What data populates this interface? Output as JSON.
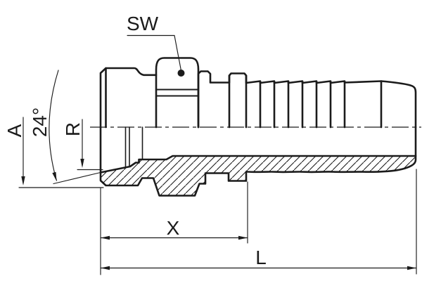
{
  "labels": {
    "sw_label": "SW",
    "a_label": "A",
    "angle_label": "24°",
    "r_label": "R",
    "x_label": "X",
    "l_label": "L"
  },
  "colors": {
    "line": "#1b1b1b",
    "background": "#ffffff"
  }
}
